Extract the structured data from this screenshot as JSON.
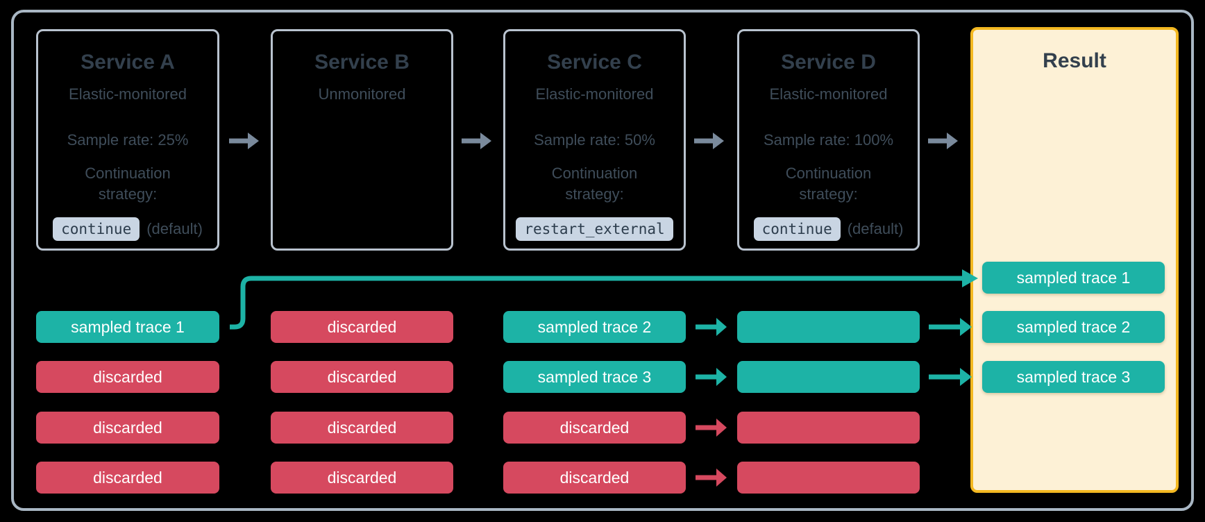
{
  "colors": {
    "teal": "#1db3a6",
    "red": "#d6495f",
    "arrow_gray": "#7a8a9c",
    "frame_border": "#a9b7c4",
    "box_border": "#b9c3cf",
    "yellow": "#f3b821",
    "cream": "#fdf1d6",
    "title_text": "#33404d",
    "body_text": "#3f4d5a",
    "chip_bg": "#c9d5e3",
    "chip_text": "#2c3c4c",
    "pill_text": "#ffffff"
  },
  "services": [
    {
      "name": "Service A",
      "monitoring": "Elastic-monitored",
      "sample_rate": "Sample rate: 25%",
      "continuation_line1": "Continuation",
      "continuation_line2": "strategy:",
      "strategy_code": "continue",
      "strategy_suffix": "(default)"
    },
    {
      "name": "Service B",
      "monitoring": "Unmonitored"
    },
    {
      "name": "Service C",
      "monitoring": "Elastic-monitored",
      "sample_rate": "Sample rate: 50%",
      "continuation_line1": "Continuation",
      "continuation_line2": "strategy:",
      "strategy_code": "restart_external"
    },
    {
      "name": "Service D",
      "monitoring": "Elastic-monitored",
      "sample_rate": "Sample rate: 100%",
      "continuation_line1": "Continuation",
      "continuation_line2": "strategy:",
      "strategy_code": "continue",
      "strategy_suffix": "(default)"
    }
  ],
  "columns": [
    {
      "service": "Service A",
      "pills": [
        {
          "label": "sampled trace 1",
          "type": "sampled"
        },
        {
          "label": "discarded",
          "type": "discarded"
        },
        {
          "label": "discarded",
          "type": "discarded"
        },
        {
          "label": "discarded",
          "type": "discarded"
        }
      ]
    },
    {
      "service": "Service B",
      "pills": [
        {
          "label": "discarded",
          "type": "discarded"
        },
        {
          "label": "discarded",
          "type": "discarded"
        },
        {
          "label": "discarded",
          "type": "discarded"
        },
        {
          "label": "discarded",
          "type": "discarded"
        }
      ]
    },
    {
      "service": "Service C",
      "pills": [
        {
          "label": "sampled trace 2",
          "type": "sampled"
        },
        {
          "label": "sampled trace 3",
          "type": "sampled"
        },
        {
          "label": "discarded",
          "type": "discarded"
        },
        {
          "label": "discarded",
          "type": "discarded"
        }
      ]
    },
    {
      "service": "Service D",
      "pills": [
        {
          "label": "",
          "type": "sampled"
        },
        {
          "label": "",
          "type": "sampled"
        },
        {
          "label": "",
          "type": "discarded"
        },
        {
          "label": "",
          "type": "discarded"
        }
      ]
    }
  ],
  "result": {
    "title": "Result",
    "pills": [
      {
        "label": "sampled trace 1",
        "type": "sampled"
      },
      {
        "label": "sampled trace 2",
        "type": "sampled"
      },
      {
        "label": "sampled trace 3",
        "type": "sampled"
      }
    ]
  }
}
